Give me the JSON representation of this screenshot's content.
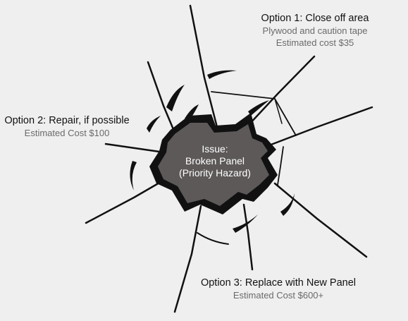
{
  "center": {
    "line1": "Issue:",
    "line2": "Broken Panel",
    "line3": "(Priority Hazard)"
  },
  "options": [
    {
      "title": "Option 1: Close off area",
      "lines": [
        "Plywood and caution tape",
        "Estimated cost $35"
      ]
    },
    {
      "title": "Option 2: Repair, if possible",
      "lines": [
        "Estimated Cost $100"
      ]
    },
    {
      "title": "Option 3: Replace with New Panel",
      "lines": [
        "Estimated Cost $600+"
      ]
    }
  ],
  "colors": {
    "background": "#efefef",
    "hole": "#5d5959",
    "crack": "#111111",
    "title_text": "#111111",
    "sub_text": "#6a6a6a"
  }
}
